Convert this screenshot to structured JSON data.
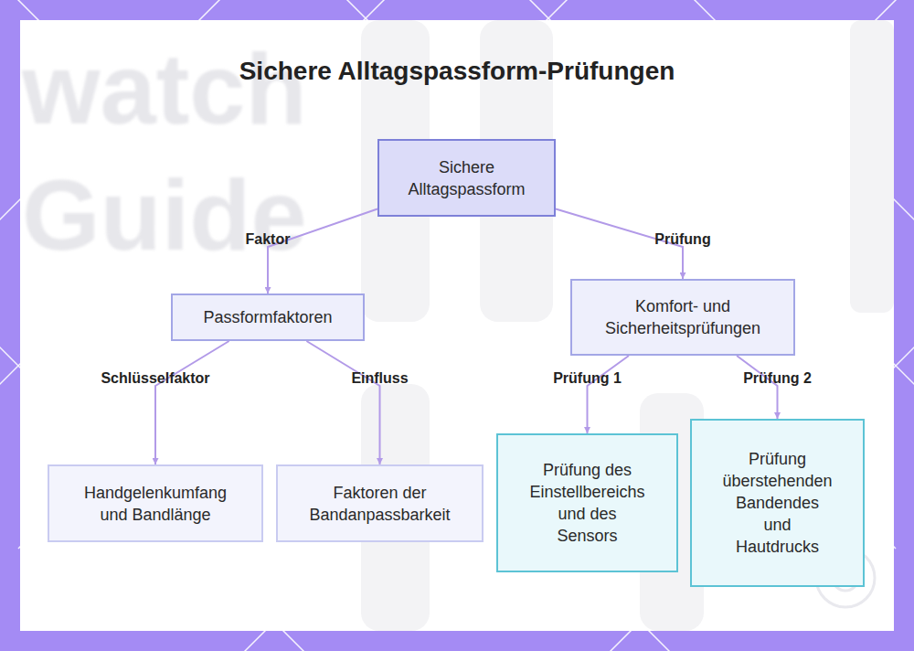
{
  "diagram": {
    "title": "Sichere Alltagspassform-Prüfungen",
    "nodes": [
      {
        "text": [
          "Sichere Alltagspassform"
        ]
      },
      {
        "text": [
          "Passformfaktoren"
        ]
      },
      {
        "text": [
          "Komfort- und Sicherheitsprüfungen"
        ]
      },
      {
        "text": [
          "Handgelenkumfang und Bandlänge"
        ]
      },
      {
        "text": [
          "Faktoren der Bandanpassbarkeit"
        ]
      },
      {
        "text": [
          "Prüfung des Einstellbereichs und des Sensors"
        ]
      },
      {
        "text": [
          "Prüfung überstehenden Bandendes und Hautdrucks"
        ]
      }
    ],
    "edges": [
      {
        "from": 0,
        "to": 1,
        "label": "Faktor",
        "arrow": "to"
      },
      {
        "from": 0,
        "to": 2,
        "label": "Prüfung",
        "arrow": "to"
      },
      {
        "from": 1,
        "to": 3,
        "label": "Schlüsselfaktor",
        "arrow": "to"
      },
      {
        "from": 1,
        "to": 4,
        "label": "Einfluss",
        "arrow": "to"
      },
      {
        "from": 2,
        "to": 5,
        "label": "Prüfung 1",
        "arrow": "to"
      },
      {
        "from": 2,
        "to": 6,
        "label": "Prüfung 2",
        "arrow": "to"
      }
    ],
    "labels": [
      "watch",
      "Guide"
    ]
  }
}
